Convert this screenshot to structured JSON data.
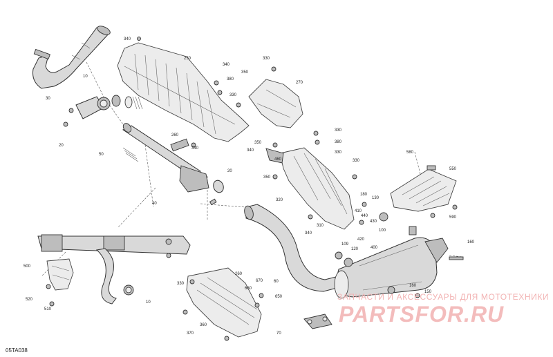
{
  "diagram_code": "05TA038",
  "watermark": {
    "tagline": "ЗАПЧАСТИ И АКСЕССУАРЫ ДЛЯ МОТОТЕХНИКИ",
    "logo": "PARTSFOR.RU"
  },
  "callouts": [
    {
      "id": "c340a",
      "text": "340"
    },
    {
      "id": "c250",
      "text": "250"
    },
    {
      "id": "c330a",
      "text": "330"
    },
    {
      "id": "c340b",
      "text": "340"
    },
    {
      "id": "c350a",
      "text": "350"
    },
    {
      "id": "c380a",
      "text": "380"
    },
    {
      "id": "c330b",
      "text": "330"
    },
    {
      "id": "c270",
      "text": "270"
    },
    {
      "id": "c10a",
      "text": "10"
    },
    {
      "id": "c30",
      "text": "30"
    },
    {
      "id": "c20a",
      "text": "20"
    },
    {
      "id": "c50",
      "text": "50"
    },
    {
      "id": "c260a",
      "text": "260"
    },
    {
      "id": "c340c",
      "text": "340"
    },
    {
      "id": "c20b",
      "text": "20"
    },
    {
      "id": "c330c",
      "text": "330"
    },
    {
      "id": "c380b",
      "text": "380"
    },
    {
      "id": "c330d",
      "text": "330"
    },
    {
      "id": "c350b",
      "text": "350"
    },
    {
      "id": "c340d",
      "text": "340"
    },
    {
      "id": "c460",
      "text": "460"
    },
    {
      "id": "c350c",
      "text": "350"
    },
    {
      "id": "c320",
      "text": "320"
    },
    {
      "id": "c330e",
      "text": "330"
    },
    {
      "id": "c580",
      "text": "580"
    },
    {
      "id": "c550",
      "text": "550"
    },
    {
      "id": "c590",
      "text": "590"
    },
    {
      "id": "c180",
      "text": "180"
    },
    {
      "id": "c130",
      "text": "130"
    },
    {
      "id": "c410",
      "text": "410"
    },
    {
      "id": "c440",
      "text": "440"
    },
    {
      "id": "c430",
      "text": "430"
    },
    {
      "id": "c310",
      "text": "310"
    },
    {
      "id": "c340e",
      "text": "340"
    },
    {
      "id": "c100",
      "text": "100"
    },
    {
      "id": "c420",
      "text": "420"
    },
    {
      "id": "c40",
      "text": "40"
    },
    {
      "id": "c160",
      "text": "160"
    },
    {
      "id": "c109",
      "text": "109"
    },
    {
      "id": "c400",
      "text": "400"
    },
    {
      "id": "c120",
      "text": "120"
    },
    {
      "id": "c160b",
      "text": "160"
    },
    {
      "id": "c500",
      "text": "500"
    },
    {
      "id": "c260b",
      "text": "260"
    },
    {
      "id": "c330f",
      "text": "330"
    },
    {
      "id": "c670",
      "text": "670"
    },
    {
      "id": "c660",
      "text": "660"
    },
    {
      "id": "c650",
      "text": "650"
    },
    {
      "id": "c60",
      "text": "60"
    },
    {
      "id": "c150",
      "text": "150"
    },
    {
      "id": "c520",
      "text": "520"
    },
    {
      "id": "c510",
      "text": "510"
    },
    {
      "id": "c10b",
      "text": "10"
    },
    {
      "id": "c360",
      "text": "360"
    },
    {
      "id": "c370",
      "text": "370"
    },
    {
      "id": "c70",
      "text": "70"
    }
  ]
}
